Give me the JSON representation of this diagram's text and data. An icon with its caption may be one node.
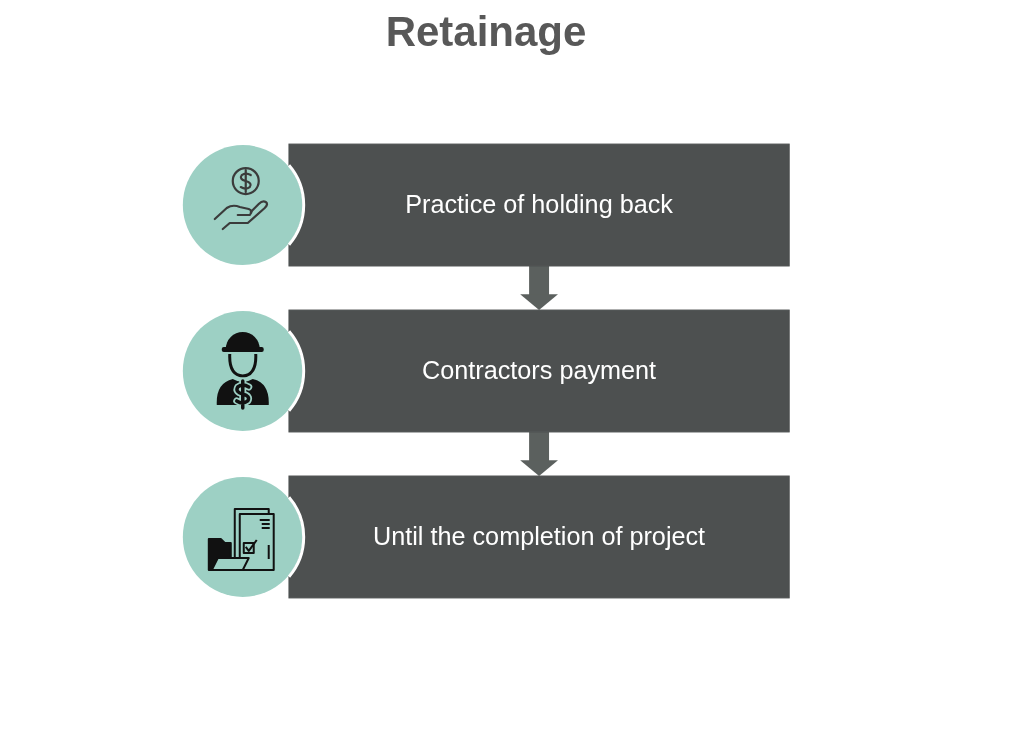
{
  "diagram": {
    "title": "Retainage",
    "nodes": [
      {
        "text": [
          "Practice of holding back"
        ]
      },
      {
        "text": [
          "Contractors payment"
        ]
      },
      {
        "text": [
          "Until the completion of project"
        ]
      }
    ],
    "edges": [
      {
        "from": 0,
        "to": 1,
        "arrow": "to"
      },
      {
        "from": 1,
        "to": 2,
        "arrow": "to"
      }
    ]
  }
}
